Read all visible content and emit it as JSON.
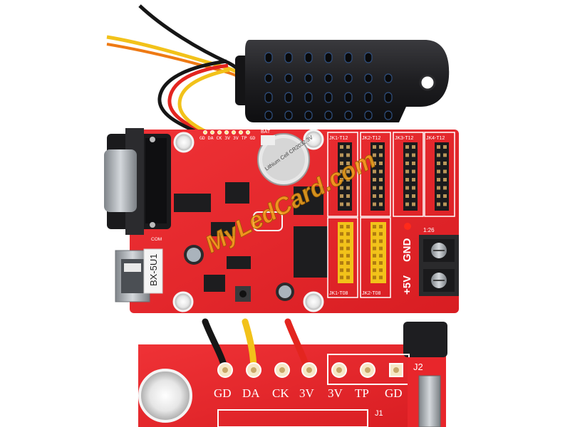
{
  "colors": {
    "pcb_red": "#e8262b",
    "pcb_dark": "#c4161c",
    "silk": "#ffffff",
    "sensor_black": "#1c1c1e",
    "wire_black": "#161616",
    "wire_red": "#e3251f",
    "wire_yellow": "#f2c21a",
    "watermark": "#f3a51e"
  },
  "board": {
    "usb_sticker": "BX-5U1",
    "watermark": "MyLedCard.com",
    "battery_label": "Lithium Cell CR2032 3V",
    "small_labels": {
      "top_pins": "GD DA CK 3V 3V TP GD",
      "bat": "BAT",
      "com": "COM",
      "power_header": "1:26"
    },
    "headers_top": [
      "JK1-T12",
      "JK2-T12",
      "JK3-T12",
      "JK4-T12"
    ],
    "headers_bottom": [
      "JK1-T08",
      "JK2-T08"
    ],
    "power_label_5v": "+5V",
    "power_label_gnd": "GND"
  },
  "closeup": {
    "pins": [
      "GD",
      "DA",
      "CK",
      "3V",
      "3V",
      "TP",
      "GD"
    ],
    "j2": "J2",
    "j1": "J1"
  }
}
